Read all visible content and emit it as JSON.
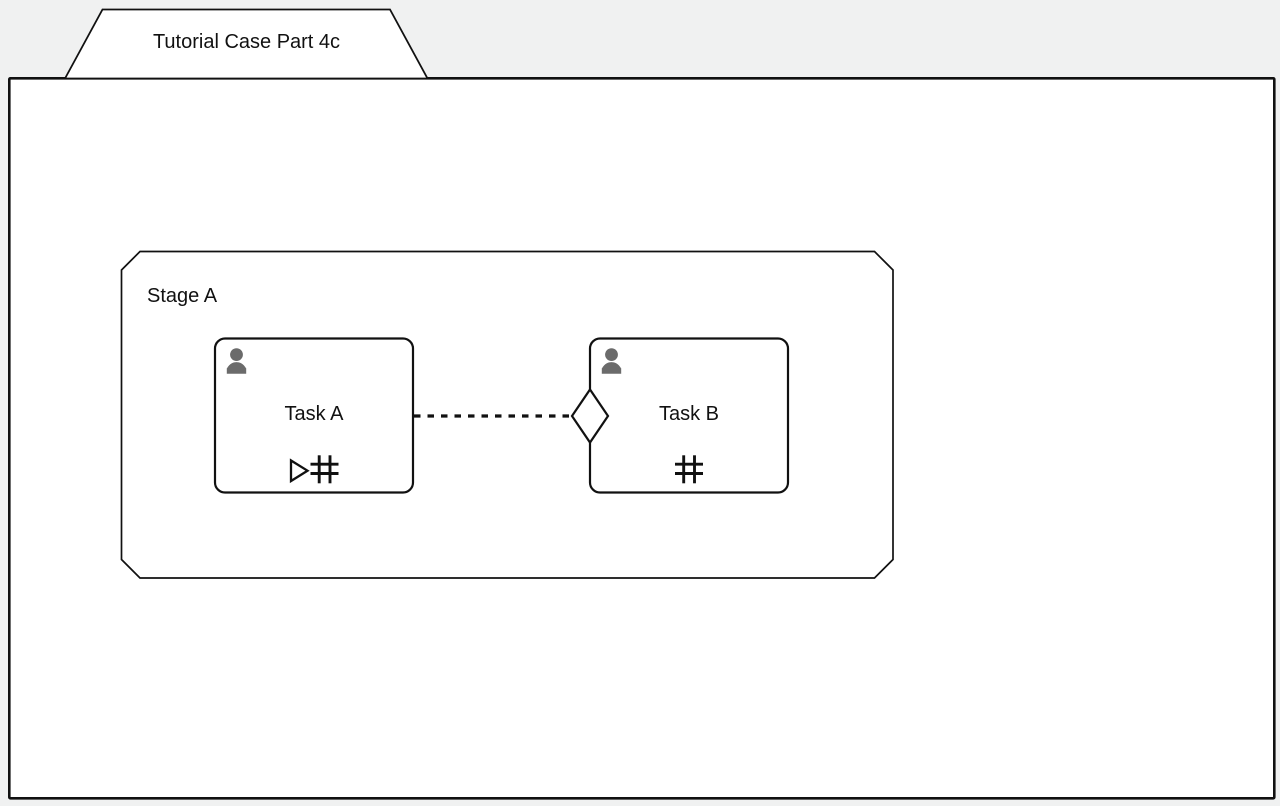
{
  "diagram": {
    "case": {
      "title": "Tutorial Case Part 4c",
      "tab_shape": "trapezoid-folder-tab"
    },
    "stage": {
      "label": "Stage A",
      "shape": "octagon-stage",
      "tasks": [
        {
          "label": "Task A",
          "top_left_icon": "human-task-icon",
          "bottom_markers": [
            "manual-activation-triangle-icon",
            "repetition-hash-icon"
          ]
        },
        {
          "label": "Task B",
          "top_left_icon": "human-task-icon",
          "bottom_markers": [
            "repetition-hash-icon"
          ],
          "entry_criterion": "diamond-sentry-on-left-edge"
        }
      ],
      "connector": {
        "style": "dotted",
        "from": "Task A",
        "to": "Task B entry criterion"
      }
    }
  },
  "colors": {
    "canvas_background": "#f0f1f1",
    "shape_fill": "#ffffff",
    "stroke": "#111111",
    "icon_gray": "#6b6b6b"
  }
}
